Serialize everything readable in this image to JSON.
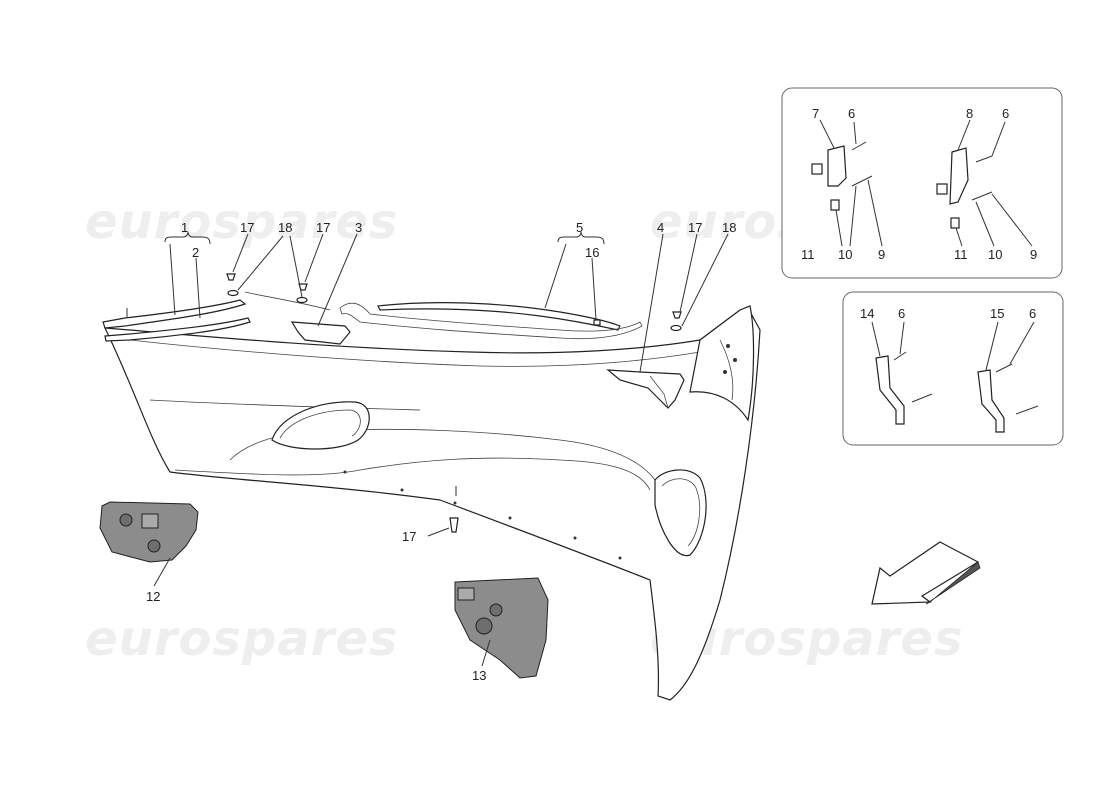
{
  "watermark": {
    "text": "eurospares",
    "color": "#eeeeee"
  },
  "callouts": {
    "c1": "1",
    "c2": "2",
    "c3": "3",
    "c4": "4",
    "c5": "5",
    "c16": "16",
    "c17a": "17",
    "c17b": "17",
    "c17c": "17",
    "c17d": "17",
    "c18a": "18",
    "c18b": "18",
    "c12": "12",
    "c13": "13",
    "box1_7": "7",
    "box1_6": "6",
    "box1_11": "11",
    "box1_10": "10",
    "box1_9": "9",
    "box1_8": "8",
    "box1_6b": "6",
    "box1_11b": "11",
    "box1_10b": "10",
    "box1_9b": "9",
    "box2_14": "14",
    "box2_6": "6",
    "box2_15": "15",
    "box2_6b": "6"
  },
  "colors": {
    "line": "#333333",
    "part_fill": "#ffffff",
    "dark_part": "#8c8c8c",
    "box_border": "#666666"
  }
}
